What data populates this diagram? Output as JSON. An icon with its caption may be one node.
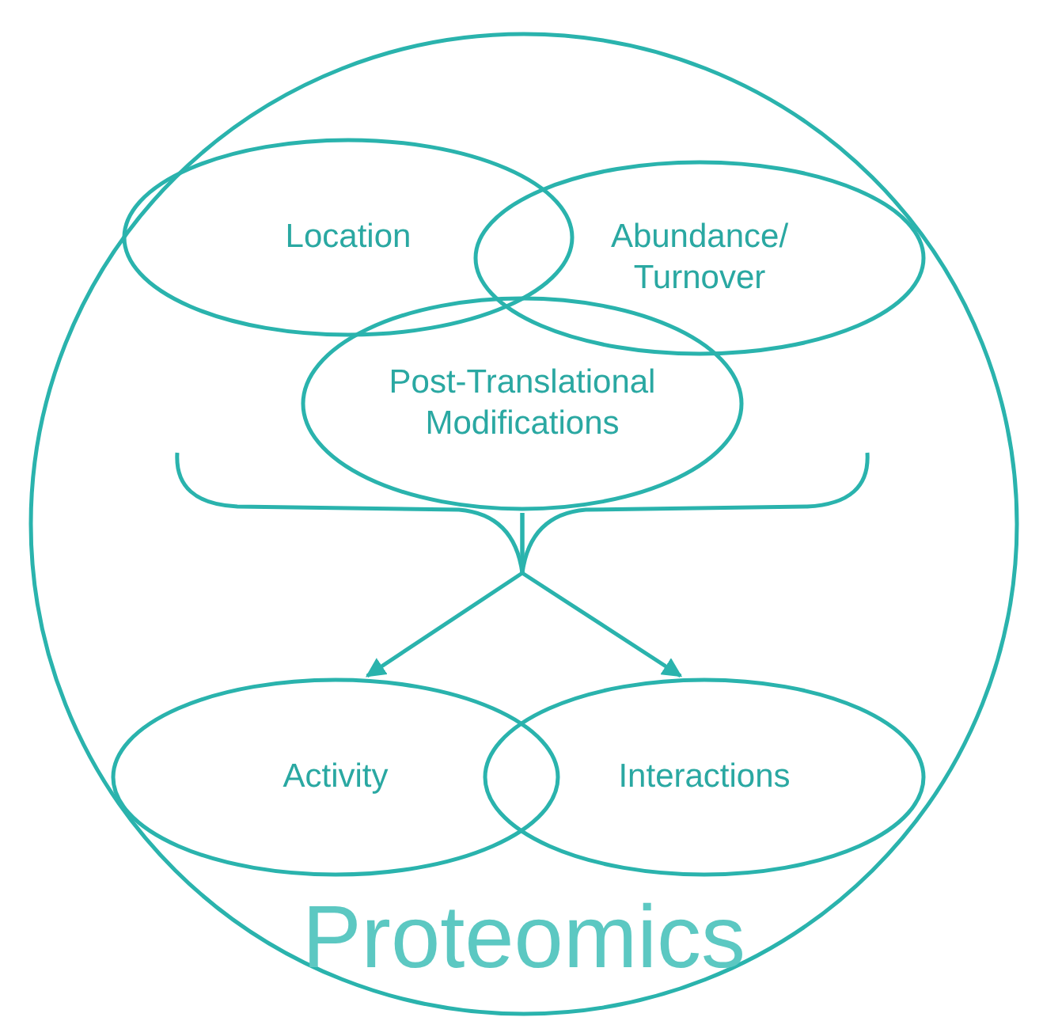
{
  "diagram": {
    "nodes": [
      {
        "text": [
          "Proteomics"
        ]
      },
      {
        "text": [
          "Location"
        ],
        "in": 0
      },
      {
        "text": [
          "Abundance/ Turnover"
        ],
        "in": 0
      },
      {
        "text": [
          "Post-Translational Modifications"
        ],
        "in": 0
      },
      {
        "text": [
          "Activity"
        ],
        "in": 0
      },
      {
        "text": [
          "Interactions"
        ],
        "in": 0
      }
    ],
    "edges": [
      {
        "from": 3,
        "to": 4,
        "arrow": "to"
      },
      {
        "from": 3,
        "to": 5,
        "arrow": "to"
      }
    ]
  }
}
